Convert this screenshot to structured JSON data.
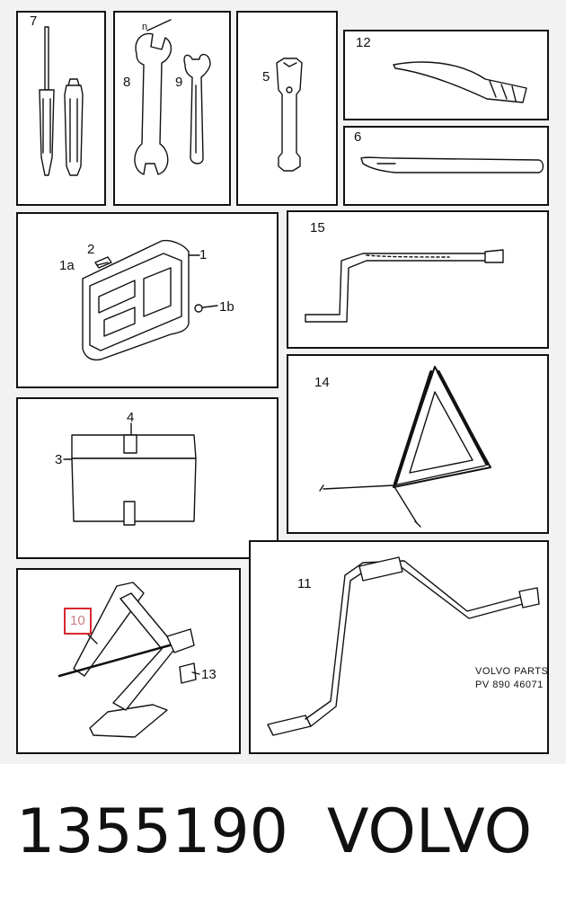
{
  "part_labels": {
    "p7": "7",
    "p8": "8",
    "p9": "9",
    "p5": "5",
    "p12": "12",
    "p6": "6",
    "p2": "2",
    "p1a": "1a",
    "p1": "1",
    "p1b": "1b",
    "p15": "15",
    "p4": "4",
    "p3": "3",
    "p14": "14",
    "p10": "10",
    "p13": "13",
    "p11": "11"
  },
  "publisher": {
    "line1": "VOLVO  PARTS",
    "line2": "PV 890   46071"
  },
  "caption": {
    "part_number": "1355190",
    "brand": "VOLVO"
  },
  "colors": {
    "highlight": "#d9272e",
    "line": "#111111"
  }
}
